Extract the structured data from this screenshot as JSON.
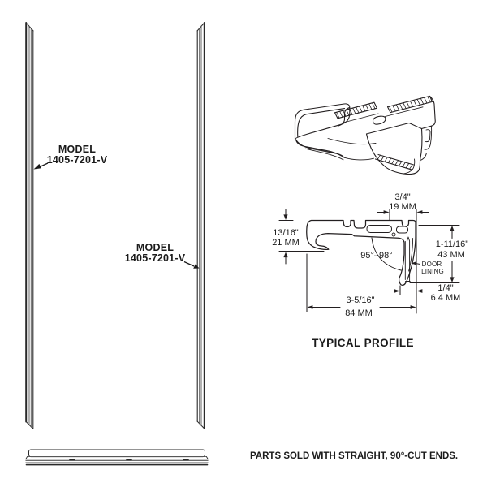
{
  "palette": {
    "ink": "#231f20",
    "text": "#1b1b1b",
    "bg": "#ffffff"
  },
  "strip_labels": [
    {
      "line1": "MODEL",
      "line2": "1405-7201-V"
    },
    {
      "line1": "MODEL",
      "line2": "1405-7201-V"
    }
  ],
  "cross_section": {
    "title": "TYPICAL PROFILE",
    "dims": {
      "top_width_in": "3/4\"",
      "top_width_mm": "19 MM",
      "hook_in": "13/16\"",
      "hook_mm": "21 MM",
      "height_in": "1-11/16\"",
      "height_mm": "43 MM",
      "angle": "95°–98°",
      "door_line1": "DOOR",
      "door_line2": "LINING",
      "lip_in": "1/4\"",
      "lip_mm": "6.4 MM",
      "width_in": "3-5/16\"",
      "width_mm": "84 MM"
    }
  },
  "footer_note": "PARTS SOLD WITH STRAIGHT, 90°-CUT ENDS."
}
